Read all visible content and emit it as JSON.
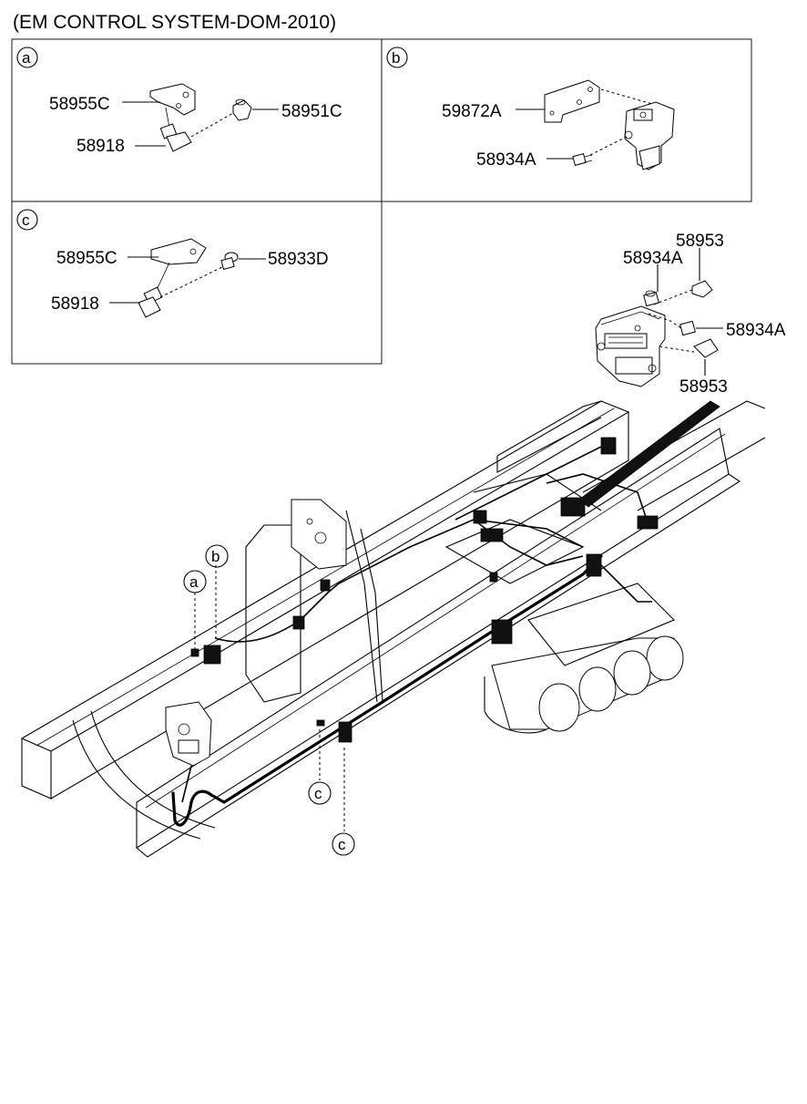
{
  "title": "(EM CONTROL SYSTEM-DOM-2010)",
  "panels": {
    "a": {
      "letter": "a",
      "parts": [
        "58955C",
        "58951C",
        "58918"
      ]
    },
    "b": {
      "letter": "b",
      "parts": [
        "59872A",
        "58934A"
      ]
    },
    "c": {
      "letter": "c",
      "parts": [
        "58955C",
        "58933D",
        "58918"
      ]
    }
  },
  "valve_callouts": [
    "58953",
    "58934A",
    "58934A",
    "58953"
  ],
  "frame_callouts": [
    "a",
    "b",
    "c",
    "c"
  ]
}
